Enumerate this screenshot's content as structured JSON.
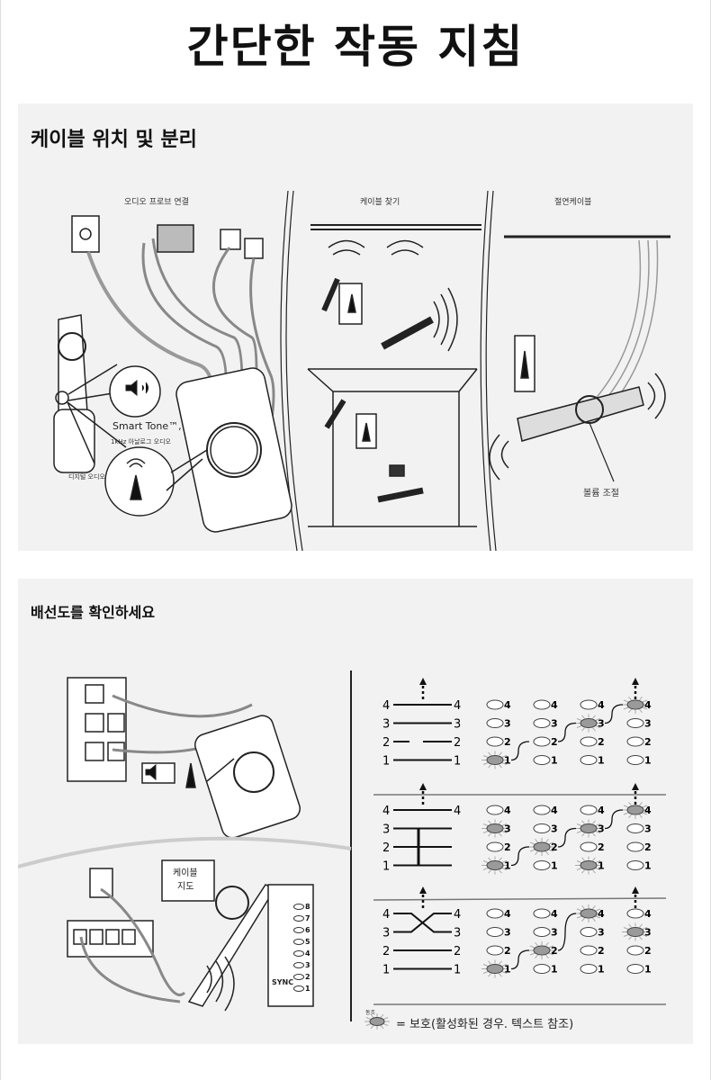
{
  "title": "간단한 작동 지침",
  "section1": {
    "title": "케이블 위치 및 분리",
    "captions": {
      "audio_probe": "오디오 프로브 연결",
      "find_cable": "케이블 찾기",
      "insulated_cable": "절연케이블",
      "smart_tone": "Smart Tone™,",
      "analog_audio": "1kHz 아날로그 오디오",
      "digital_audio": "디지털 오디오",
      "volume": "볼륨 조절"
    }
  },
  "section2": {
    "title": "배선도를 확인하세요",
    "cable_map_label_1": "케이블",
    "cable_map_label_2": "지도",
    "sync": "SYNC",
    "led_numbers": [
      "8",
      "7",
      "6",
      "5",
      "4",
      "3",
      "2",
      "1"
    ],
    "legend_small": "동조",
    "legend": "= 보호(활성화된 경우. 텍스트 참조)",
    "wiremap_rows": [
      {
        "fault": "open",
        "pins": [
          "4",
          "3",
          "2",
          "1"
        ],
        "lit": [
          [
            1
          ],
          [],
          [
            3
          ],
          [
            4
          ]
        ]
      },
      {
        "fault": "short",
        "pins": [
          "4",
          "3",
          "2",
          "1"
        ],
        "lit": [
          [
            3,
            1
          ],
          [
            2
          ],
          [
            3,
            1
          ],
          [
            4
          ]
        ]
      },
      {
        "fault": "cross",
        "pins": [
          "4",
          "3",
          "2",
          "1"
        ],
        "lit": [
          [
            1
          ],
          [
            2
          ],
          [
            4
          ],
          [
            3
          ]
        ]
      }
    ]
  },
  "colors": {
    "panel": "#f2f2f2",
    "led_lit": "#9a9a9a",
    "line": "#111111"
  }
}
